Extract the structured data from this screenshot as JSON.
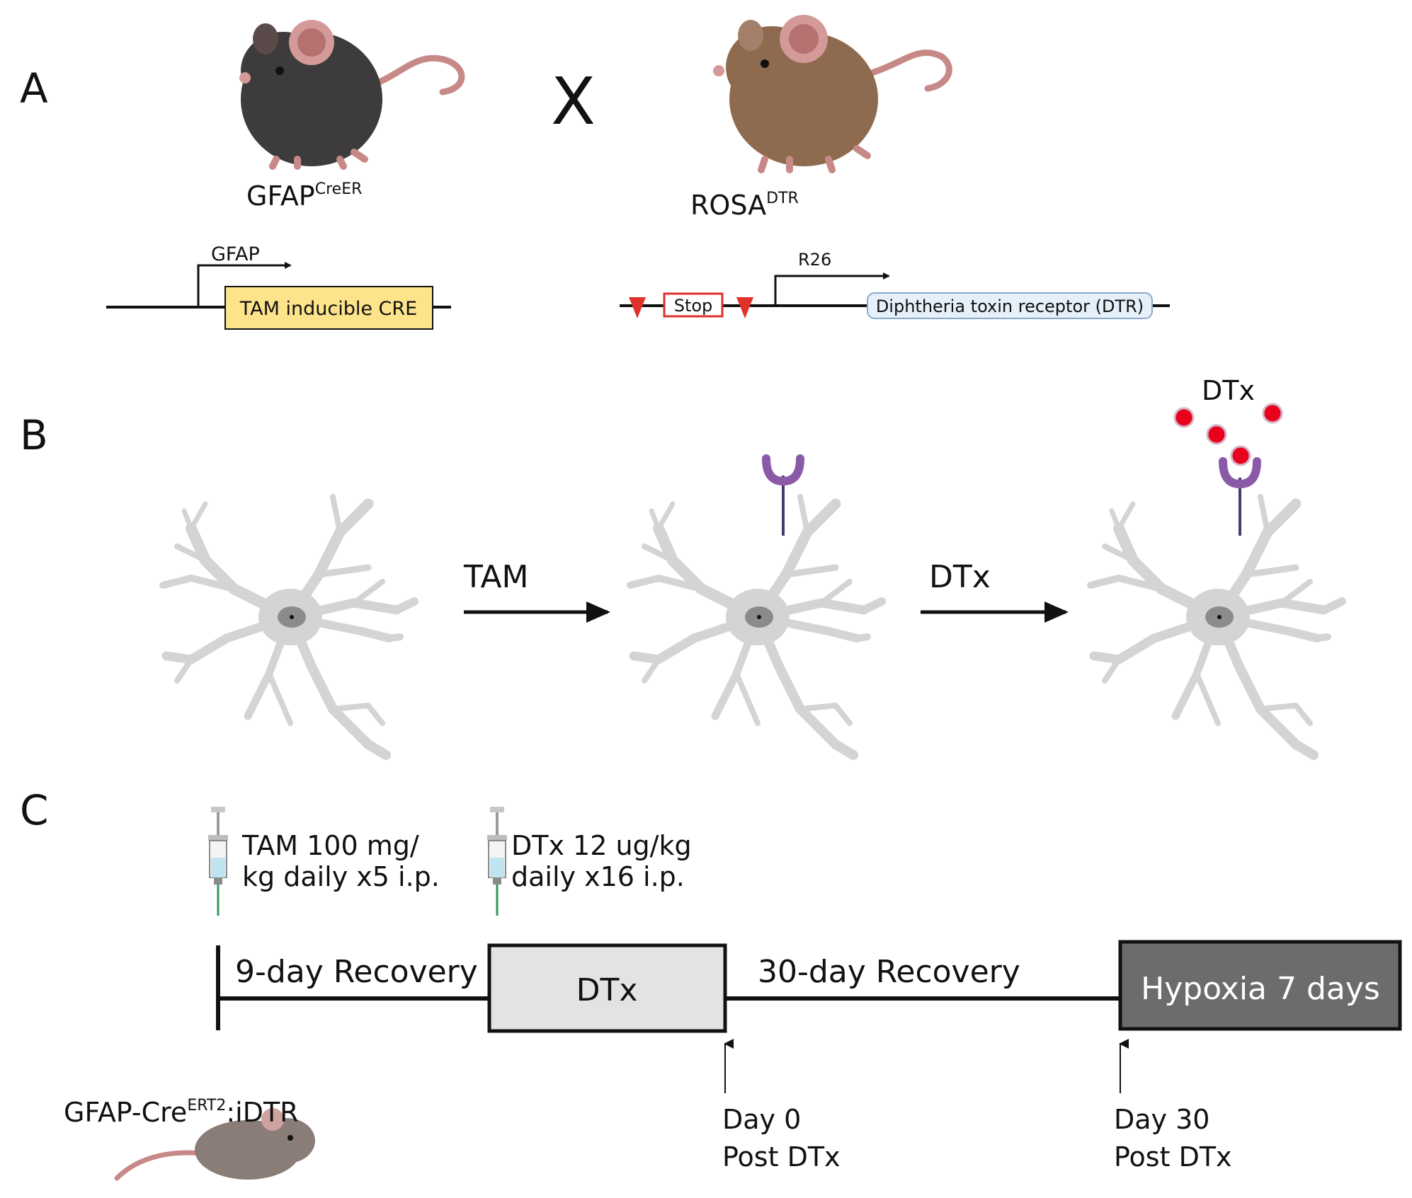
{
  "panels": {
    "a": "A",
    "b": "B",
    "c": "C"
  },
  "panel_a": {
    "cross_symbol": "X",
    "mouse_left": {
      "label": "GFAP",
      "label_sup": "CreER",
      "color": "#3d3b3c"
    },
    "mouse_right": {
      "label": "ROSA",
      "label_sup": "DTR",
      "color": "#8e6a4f"
    },
    "construct_left": {
      "promoter": "GFAP",
      "box": "TAM inducible CRE",
      "box_color": "#fde48a"
    },
    "construct_right": {
      "stop": "Stop",
      "promoter": "R26",
      "box": "Diphtheria toxin receptor (DTR)",
      "loxp_color": "#e0312b",
      "box_color": "#e6f0fb"
    }
  },
  "panel_b": {
    "arrow1_label": "TAM",
    "arrow2_label": "DTx",
    "toxin_label": "DTx",
    "receptor_color": "#8a5aa8",
    "toxin_color": "#e8001d",
    "cell_color": "#d4d4d4"
  },
  "panel_c": {
    "injection1": {
      "line1": "TAM 100 mg/",
      "line2": "kg daily x5 i.p."
    },
    "injection2": {
      "line1": "DTx 12 ug/kg",
      "line2": "daily x16 i.p."
    },
    "segment1": "9-day Recovery",
    "dtx_box": "DTx",
    "segment2": "30-day Recovery",
    "hypoxia_box": "Hypoxia 7 days",
    "marker1": {
      "line1": "Day 0",
      "line2": "Post DTx"
    },
    "marker2": {
      "line1": "Day 30",
      "line2": "Post DTx"
    },
    "mouse_label": "GFAP-Cre",
    "mouse_label_sup": "ERT2",
    "mouse_label_suffix": ":iDTR"
  }
}
